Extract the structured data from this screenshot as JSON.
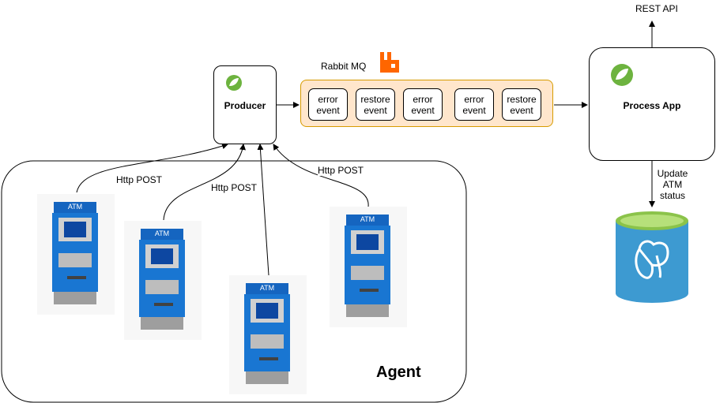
{
  "producer": {
    "label": "Producer"
  },
  "queue": {
    "name": "Rabbit MQ",
    "events": [
      "error\nevent",
      "restore\nevent",
      "error\nevent",
      "error\nevent",
      "restore\nevent"
    ]
  },
  "process_app": {
    "label": "Process App"
  },
  "rest_api": {
    "label": "REST API"
  },
  "update_label": {
    "line1": "Update",
    "line2": "ATM",
    "line3": "status"
  },
  "agent": {
    "label": "Agent"
  },
  "http_labels": [
    "Http POST",
    "Http POST",
    "Http POST"
  ],
  "atm": {
    "label": "ATM"
  },
  "colors": {
    "queue_fill": "#ffe6cc",
    "queue_border": "#d79b00",
    "spring_green": "#6db33f",
    "rabbit_orange": "#ff6600",
    "db_blue": "#3d9ad1",
    "db_top": "#8bc34a",
    "atm_blue": "#1565c0"
  }
}
